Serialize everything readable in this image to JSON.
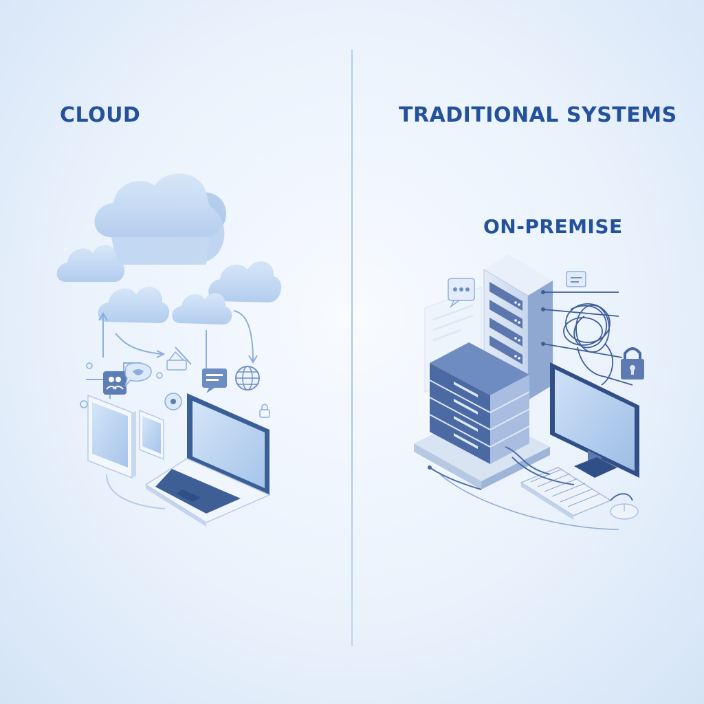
{
  "sections": {
    "cloud": {
      "title": "CLOUD"
    },
    "traditional": {
      "title": "TRADITIONAL SYSTEMS",
      "subtitle": "ON-PREMISE"
    }
  },
  "icons": {
    "cloud_side": [
      "cloud-icon",
      "tablet-icon",
      "phone-icon",
      "laptop-icon",
      "chat-icon",
      "globe-icon",
      "lock-icon",
      "user-group-icon",
      "location-pin-icon",
      "arrow-icon"
    ],
    "traditional_side": [
      "server-rack-icon",
      "server-stack-icon",
      "desktop-monitor-icon",
      "keyboard-icon",
      "mouse-icon",
      "padlock-icon",
      "cable-tangle-icon",
      "chat-icon"
    ]
  },
  "colors": {
    "heading": "#23519c",
    "cloud_fill": "#c4dbf5",
    "device_dark": "#3a5f98",
    "screen": "#b9d4f2",
    "server_light": "#dbe6f5",
    "server_dark": "#4a6aa3",
    "background": "#eaf2fc"
  }
}
